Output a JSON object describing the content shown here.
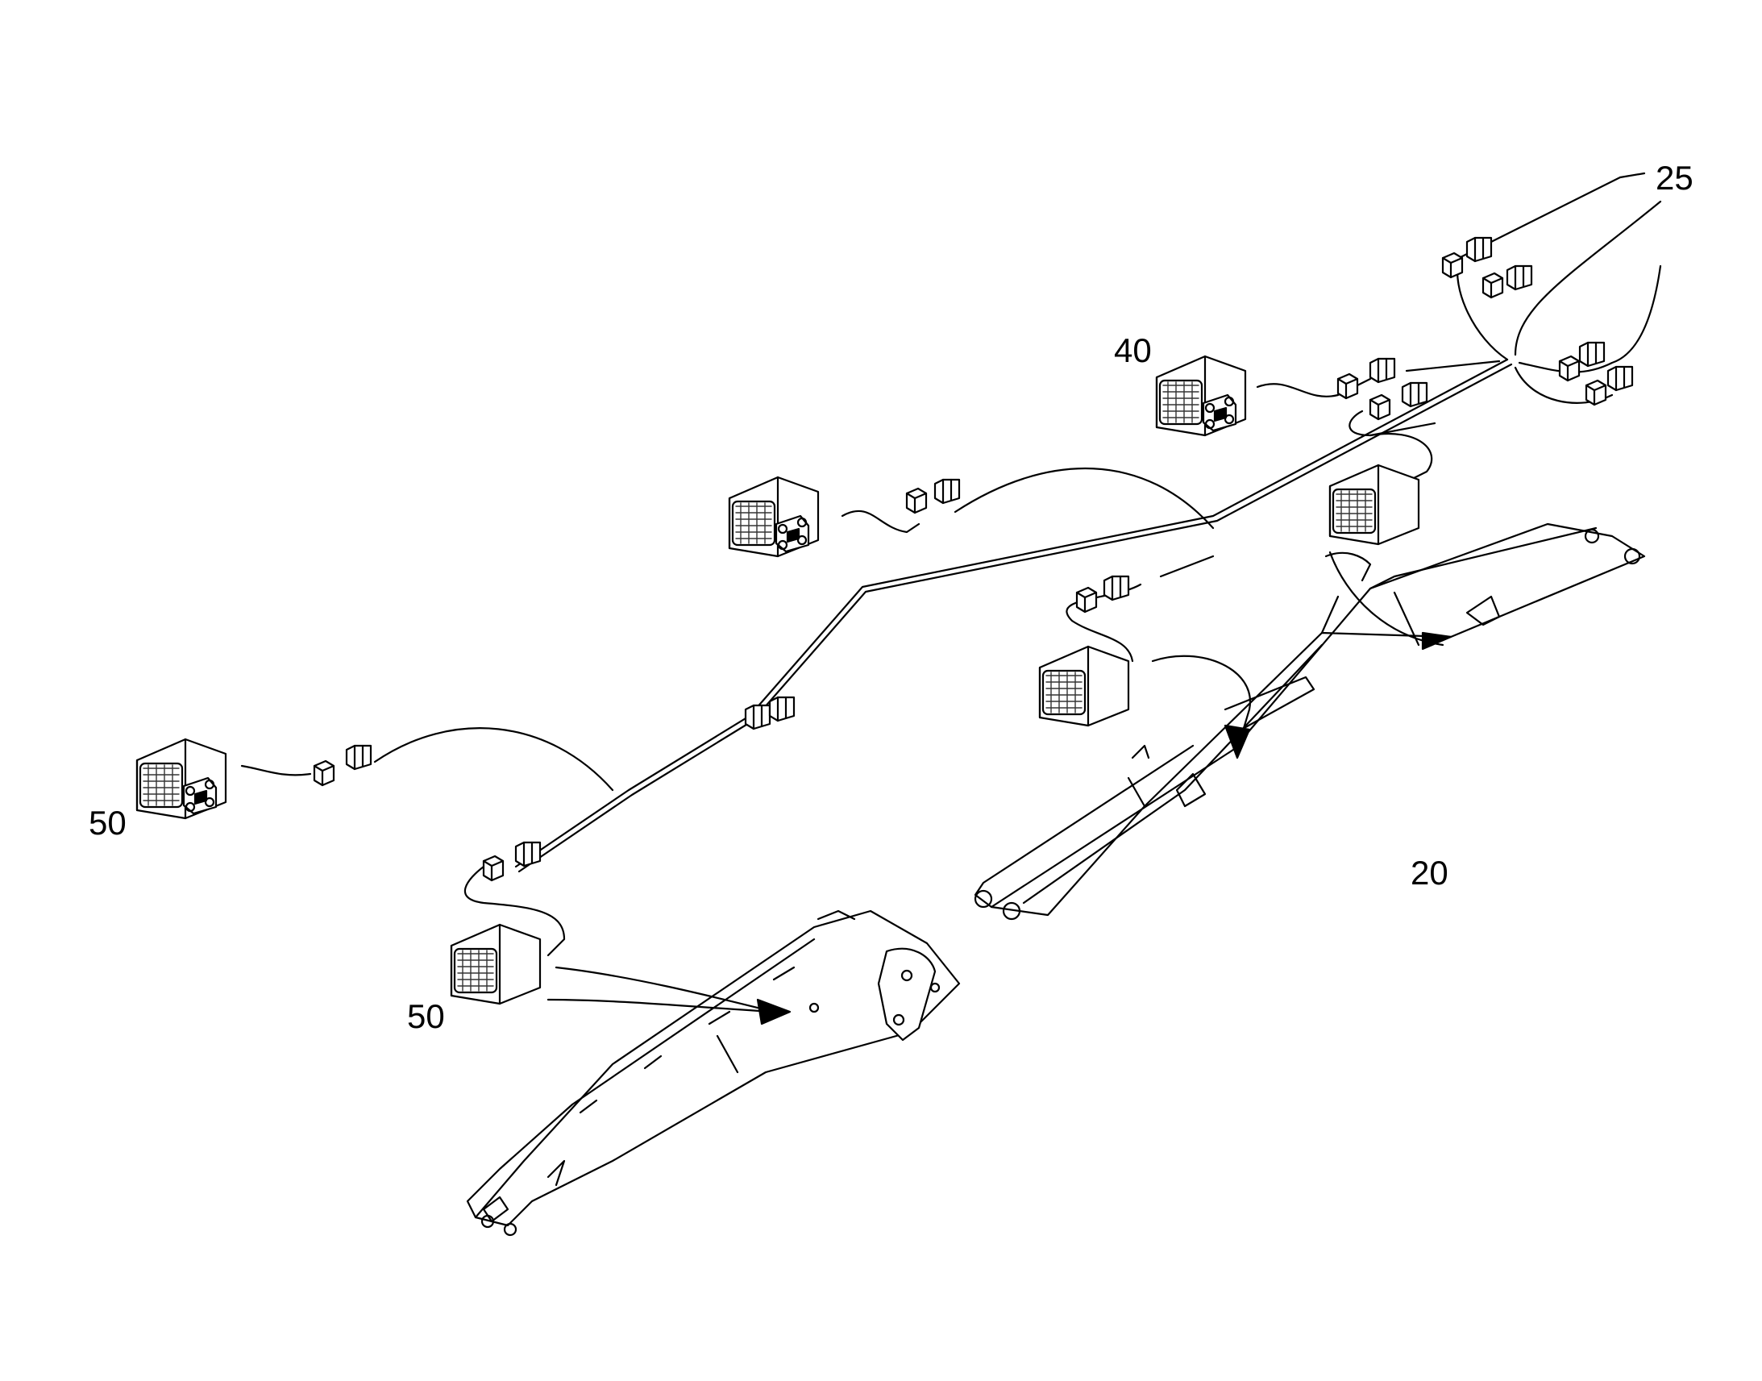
{
  "figure": {
    "callouts": {
      "harness": "25",
      "lamp_upper": "40",
      "lamp_left": "50",
      "lamp_lower": "50",
      "boom": "20"
    }
  },
  "colors": {
    "line": "#000000",
    "background": "#ffffff",
    "lens": "#333333"
  },
  "icons": [
    "work-lamp-icon",
    "connector-icon",
    "boom-arm",
    "stick-arm",
    "arrow"
  ]
}
